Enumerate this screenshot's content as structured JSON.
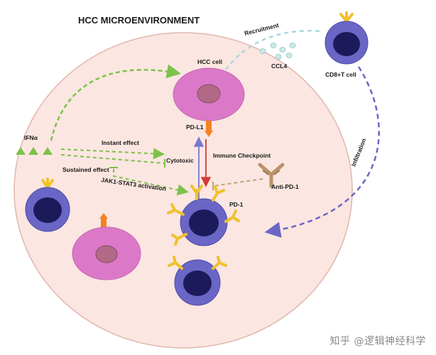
{
  "diagram": {
    "title": "HCC MICROENVIRONMENT",
    "labels": {
      "recruitment": "Recruitment",
      "ccl4": "CCL4",
      "hcc_cell": "HCC cell",
      "cd8_t_cell": "CD8+T cell",
      "ifn_alpha": "IFNα",
      "instant_effect": "Instant effect",
      "cytotoxic": "Cytotoxic",
      "sustained_effect": "Sustained effect",
      "jak1_stat3": "JAK1-STAT3 activation",
      "pd_l1": "PD-L1",
      "immune_checkpoint": "Immune Checkpoint",
      "anti_pd_1": "Anti-PD-1",
      "pd_1": "PD-1",
      "infiltration": "Infiltration"
    },
    "colors": {
      "environment_fill": "#fbe6e1",
      "environment_stroke": "#d9a79d",
      "hcc_cell": "#db79c8",
      "hcc_nucleus": "#b06a86",
      "t_cell": "#6a66c6",
      "t_nucleus": "#1d1a5c",
      "receptor": "#f0c12c",
      "pd_l1_marker": "#f58220",
      "green_arrow": "#7cc24a",
      "blue_arrow": "#7a78cc",
      "red_arrow": "#d43a3a",
      "teal_dashed": "#a9d8e0",
      "antibody": "#b9916a"
    }
  },
  "watermark": "知乎 @逻辑神经科学"
}
